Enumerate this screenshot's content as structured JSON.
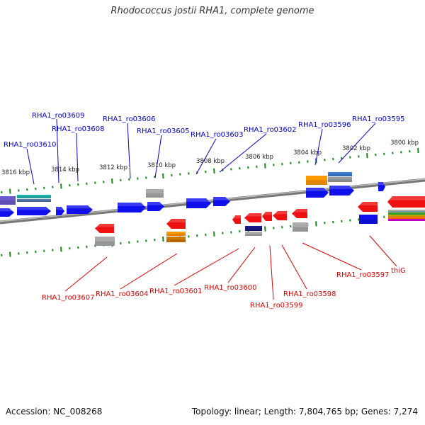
{
  "title": "Rhodococcus jostii RHA1, complete genome",
  "footer": {
    "accession": "Accession: NC_008268",
    "summary": "Topology: linear; Length: 7,804,765 bp; Genes: 7,274"
  },
  "colors": {
    "forward_label": "#0000cc",
    "reverse_label": "#dd0000",
    "backbone": "#888888",
    "tick": "#1a8a1a"
  },
  "scale_labels": [
    "3816 kbp",
    "3814 kbp",
    "3812 kbp",
    "3810 kbp",
    "3808 kbp",
    "3806 kbp",
    "3804 kbp",
    "3802 kbp",
    "3800 kbp"
  ],
  "forward_genes": [
    "RHA1_ro03610",
    "RHA1_ro03609",
    "RHA1_ro03608",
    "RHA1_ro03606",
    "RHA1_ro03605",
    "RHA1_ro03603",
    "RHA1_ro03602",
    "RHA1_ro03596",
    "RHA1_ro03595"
  ],
  "reverse_genes": [
    "RHA1_ro03607",
    "RHA1_ro03604",
    "RHA1_ro03601",
    "RHA1_ro03600",
    "RHA1_ro03599",
    "RHA1_ro03598",
    "RHA1_ro03597",
    "thiG"
  ]
}
